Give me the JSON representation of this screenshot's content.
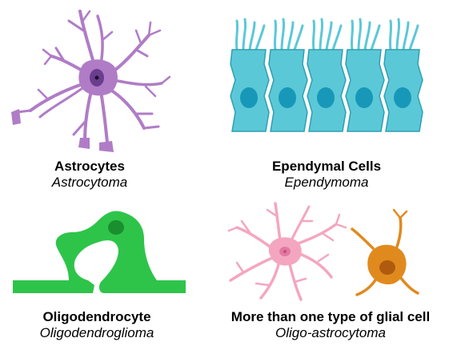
{
  "cells": [
    {
      "name": "Astrocytes",
      "tumor": "Astrocytoma",
      "color": "#b07cc6"
    },
    {
      "name": "Ependymal Cells",
      "tumor": "Ependymoma",
      "color": "#5bc8d8"
    },
    {
      "name": "Oligodendrocyte",
      "tumor": "Oligodendroglioma",
      "color": "#2ec44a"
    },
    {
      "name": "More than one type of glial cell",
      "tumor": "Oligo-astrocytoma",
      "colors": [
        "#f4a6c0",
        "#e08a1e"
      ]
    }
  ],
  "icons": [
    "astrocyte-icon",
    "ependymal-cells-icon",
    "oligodendrocyte-icon",
    "mixed-glial-cells-icon"
  ]
}
